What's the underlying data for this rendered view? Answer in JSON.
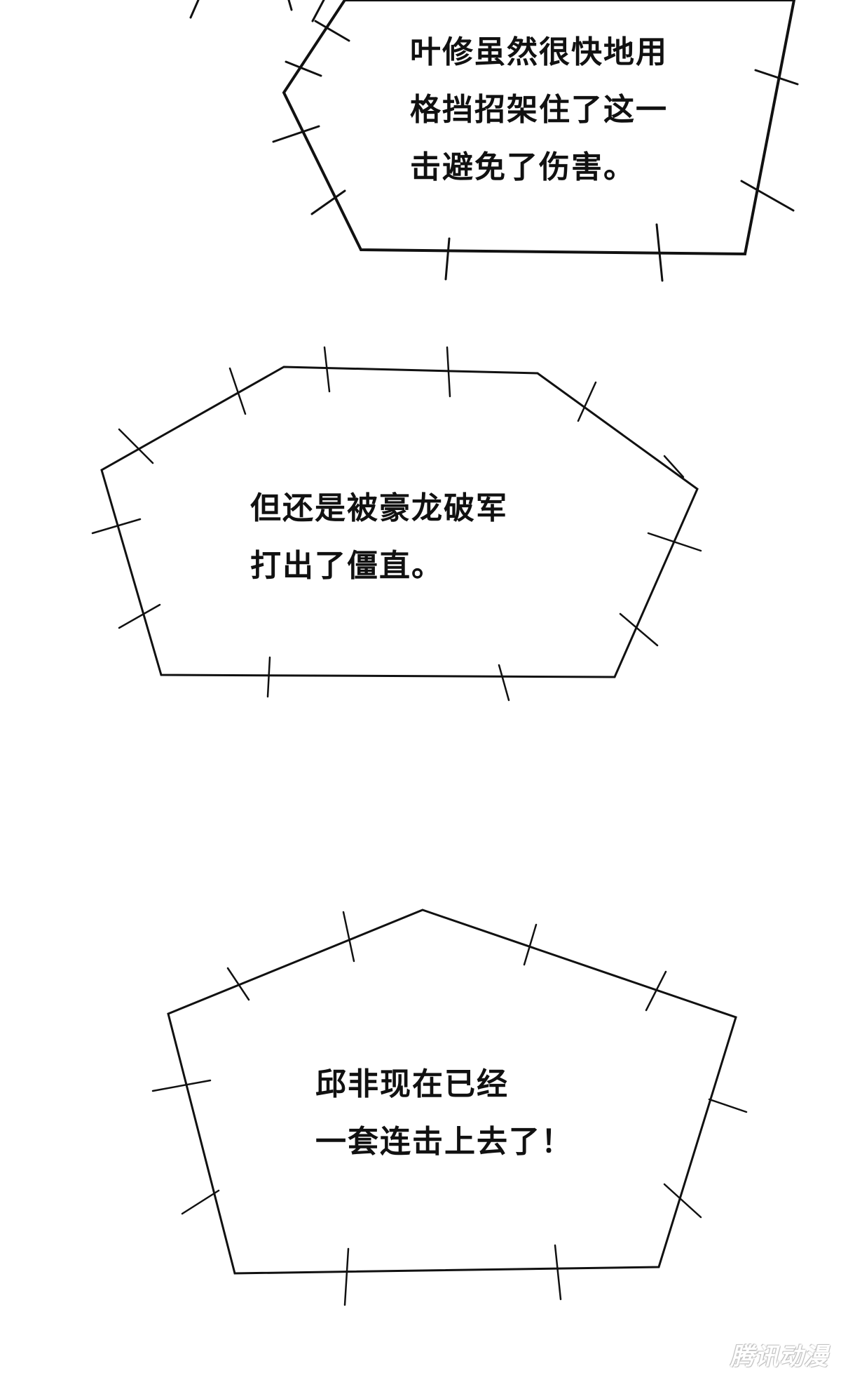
{
  "bubbles": [
    {
      "lines": [
        "叶修虽然很快地用",
        "格挡招架住了这一",
        "击避免了伤害。"
      ]
    },
    {
      "lines": [
        "但还是被豪龙破军",
        "打出了僵直。"
      ]
    },
    {
      "lines": [
        "邱非现在已经",
        "一套连击上去了！"
      ]
    }
  ],
  "watermark": "腾讯动漫",
  "colors": {
    "ink": "#111111",
    "background": "#ffffff"
  }
}
